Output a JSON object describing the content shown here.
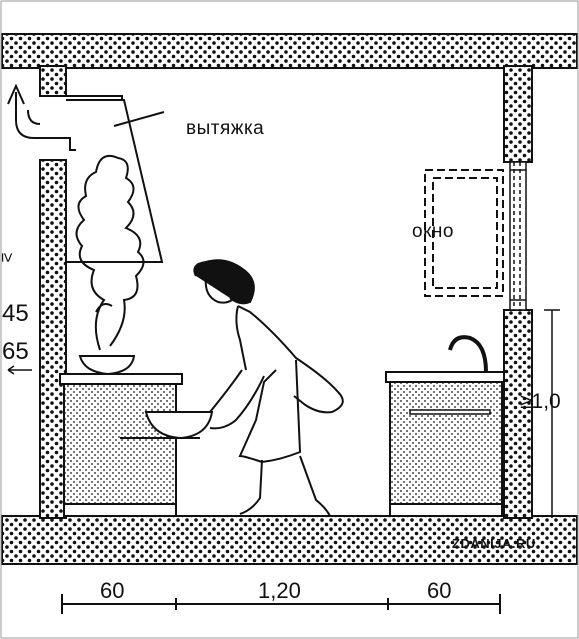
{
  "labels": {
    "hood": "вытяжка",
    "window": "окно",
    "height_min": "≥",
    "height_45": "45",
    "height_65": "65",
    "height_window": "≥1,0",
    "watermark": "ZDANIJA.RU"
  },
  "dimensions": [
    "60",
    "1,20",
    "60"
  ],
  "colors": {
    "ink": "#111111",
    "background": "#ffffff"
  }
}
